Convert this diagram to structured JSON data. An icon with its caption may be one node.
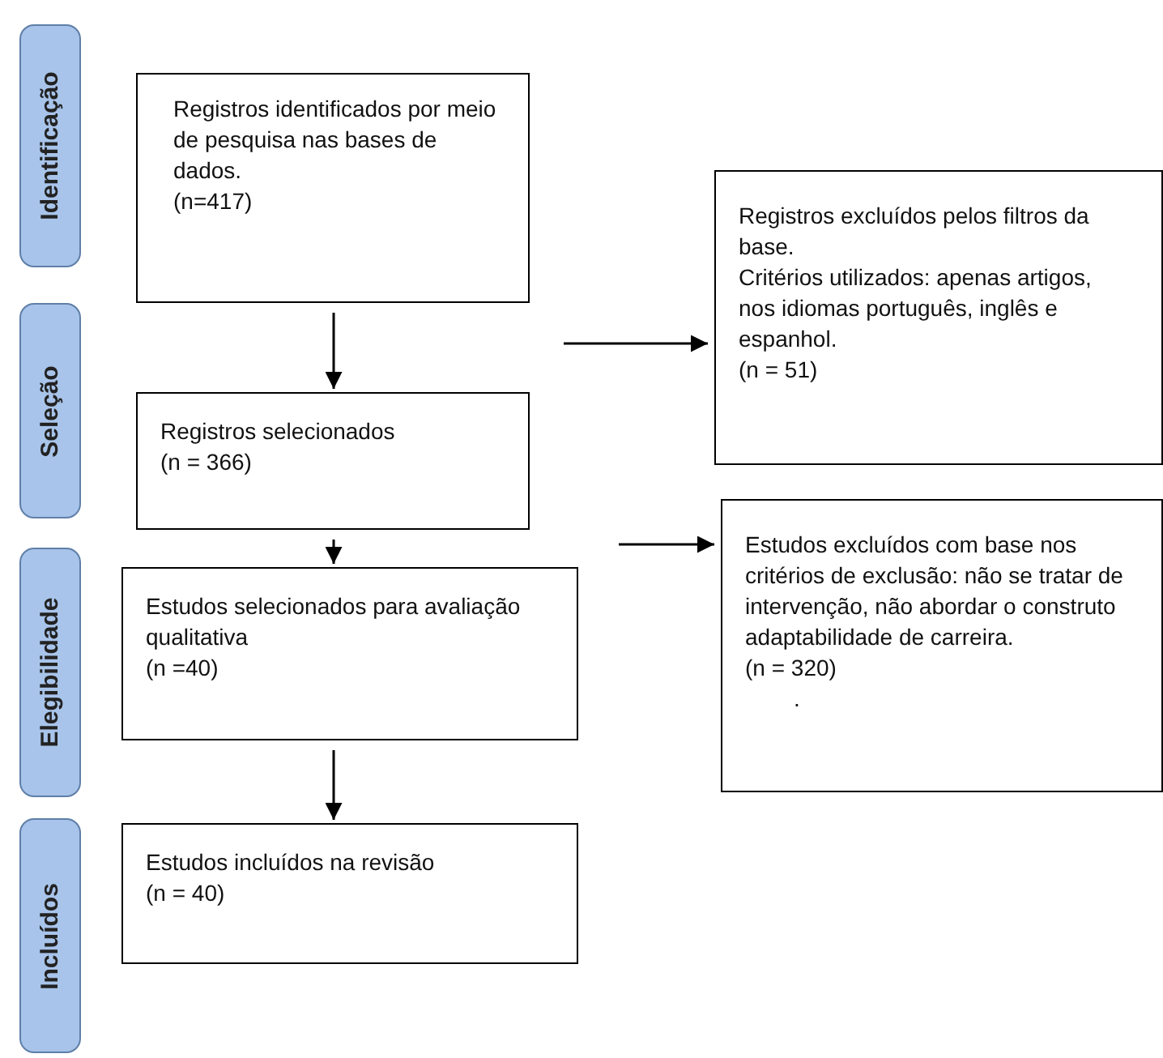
{
  "diagram": {
    "nodes": [
      {
        "text": [
          "Identificação"
        ]
      },
      {
        "text": [
          "Registros identificados por meio de pesquisa nas bases de dados.",
          "(n=417)"
        ]
      },
      {
        "text": [
          "Registros excluídos pelos filtros da base.",
          "Critérios utilizados: apenas artigos, nos idiomas português, inglês e espanhol.",
          "(n = 51)"
        ]
      },
      {
        "text": [
          "Seleção"
        ]
      },
      {
        "text": [
          "Registros selecionados",
          "(n = 366)"
        ]
      },
      {
        "text": [
          "Elegibilidade"
        ]
      },
      {
        "text": [
          "Estudos selecionados para avaliação qualitativa",
          "(n =40)"
        ]
      },
      {
        "text": [
          "Estudos excluídos com base nos critérios de exclusão: não se tratar de intervenção, não abordar o construto adaptabilidade de carreira.",
          "(n = 320)",
          "."
        ]
      },
      {
        "text": [
          "Incluídos"
        ]
      },
      {
        "text": [
          "Estudos incluídos na revisão",
          "(n = 40)"
        ]
      }
    ],
    "edges": [
      {
        "from": 1,
        "to": 4,
        "arrow": "to"
      },
      {
        "from": null,
        "to": 2,
        "arrow": "to"
      },
      {
        "from": 4,
        "to": 6,
        "arrow": "to"
      },
      {
        "from": null,
        "to": 7,
        "arrow": "to"
      },
      {
        "from": 6,
        "to": 9,
        "arrow": "to"
      }
    ]
  }
}
